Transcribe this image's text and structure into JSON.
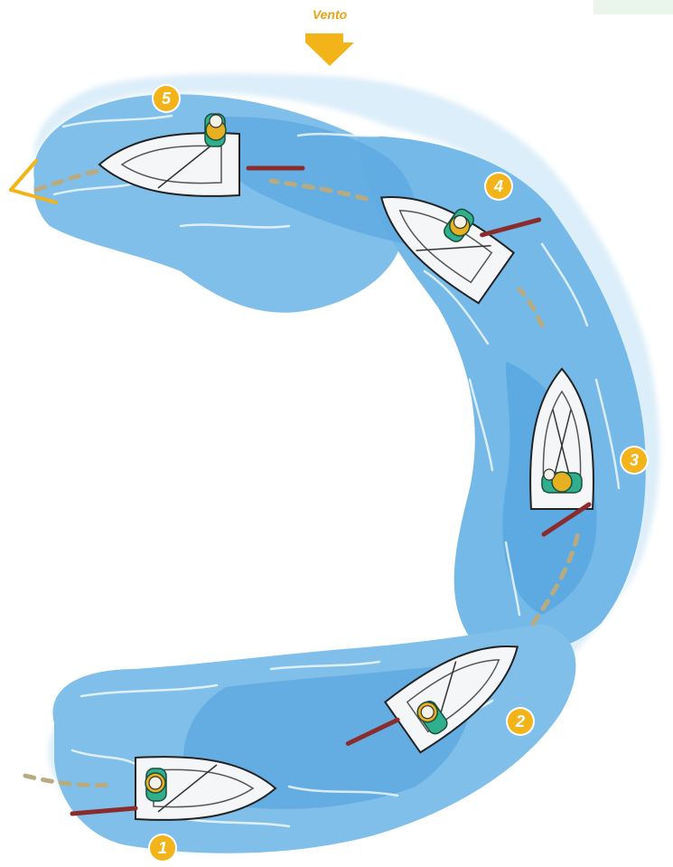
{
  "wind": {
    "label": "Vento",
    "arrow_color": "#f2b418"
  },
  "colors": {
    "water_light": "#a9d6f2",
    "water_mid": "#6eb6e6",
    "water_dark": "#3f93d6",
    "path_dash": "#b9ab7f",
    "badge": "#f2b418",
    "sailor_jacket": "#2faf8c",
    "vest": "#e6b020",
    "tiller": "#8a2c2c"
  },
  "steps": [
    {
      "label": "1",
      "heading_deg": 90
    },
    {
      "label": "2",
      "heading_deg": 55
    },
    {
      "label": "3",
      "heading_deg": 0
    },
    {
      "label": "4",
      "heading_deg": -55
    },
    {
      "label": "5",
      "heading_deg": -90
    }
  ]
}
